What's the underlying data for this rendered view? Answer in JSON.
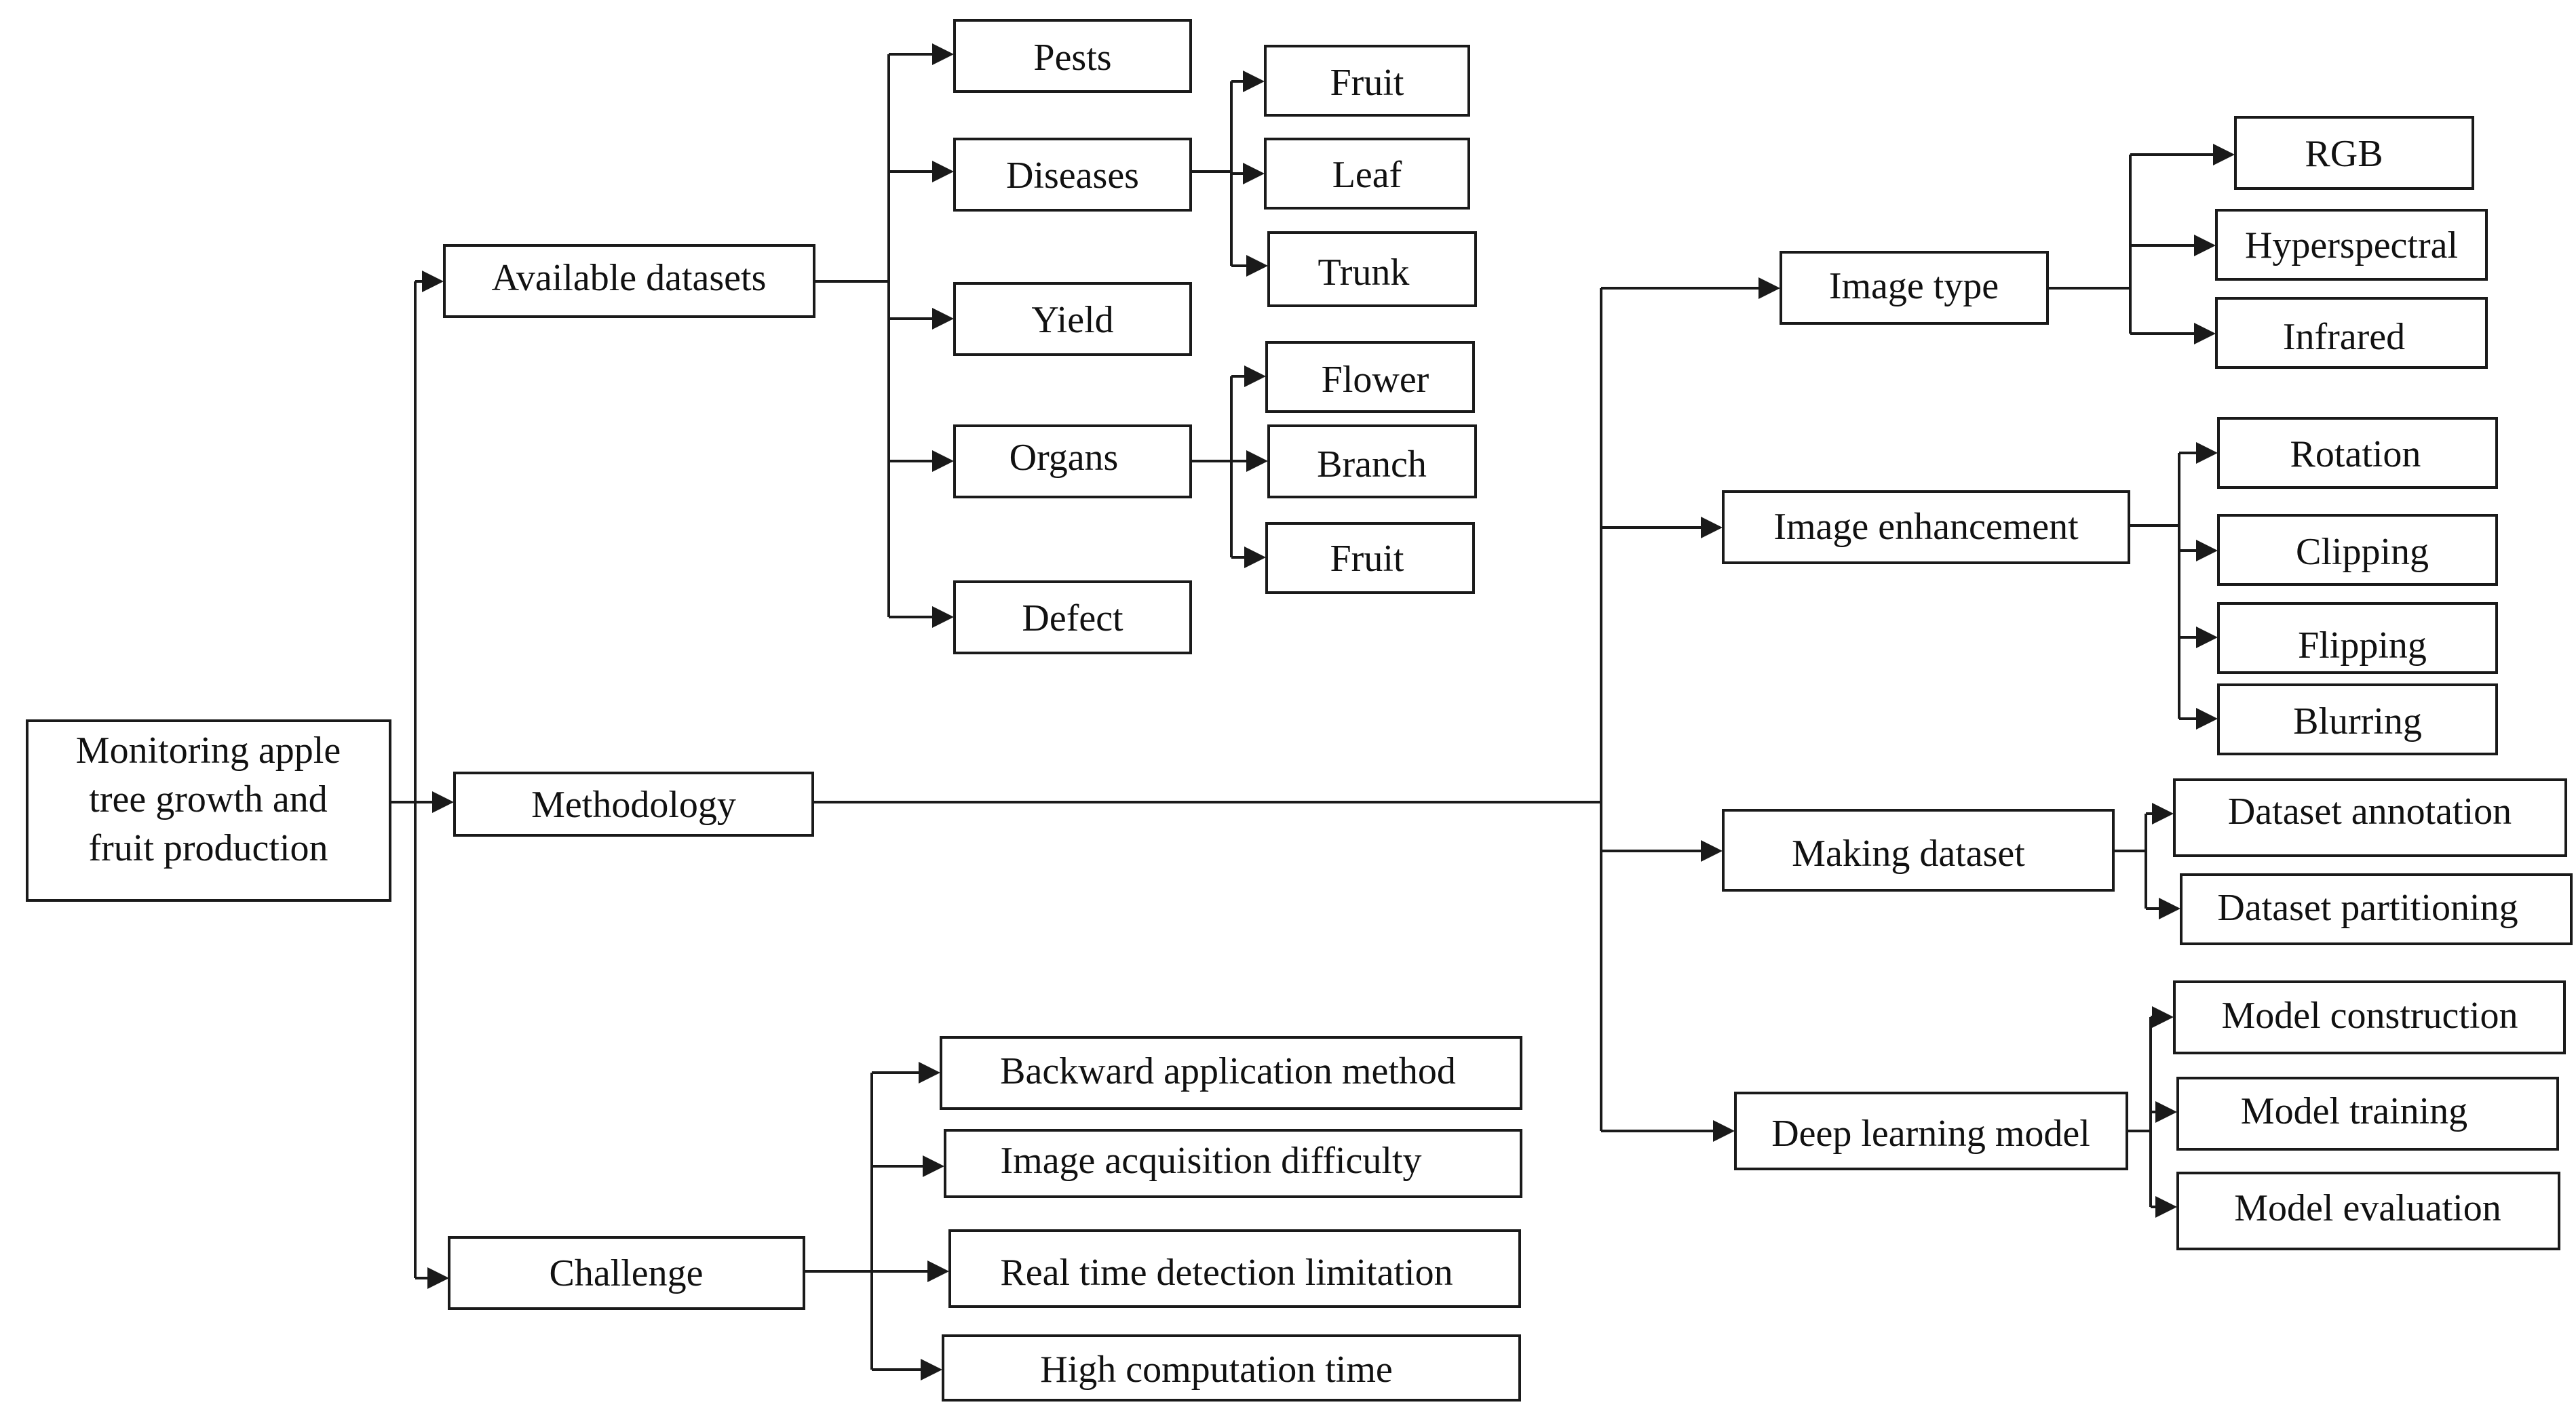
{
  "root": {
    "lines": [
      "Monitoring apple",
      "tree growth and",
      "fruit production"
    ]
  },
  "available_datasets": {
    "label": "Available datasets",
    "pests": "Pests",
    "diseases": {
      "label": "Diseases",
      "fruit": "Fruit",
      "leaf": "Leaf",
      "trunk": "Trunk"
    },
    "yield": "Yield",
    "organs": {
      "label": "Organs",
      "flower": "Flower",
      "branch": "Branch",
      "fruit": "Fruit"
    },
    "defect": "Defect"
  },
  "methodology": {
    "label": "Methodology",
    "image_type": {
      "label": "Image  type",
      "rgb": "RGB",
      "hyperspectral": "Hyperspectral",
      "infrared": "Infrared"
    },
    "image_enhancement": {
      "label": "Image  enhancement",
      "rotation": "Rotation",
      "clipping": "Clipping",
      "flipping": "Flipping",
      "blurring": "Blurring"
    },
    "making_dataset": {
      "label": "Making  dataset",
      "annotation": "Dataset annotation",
      "partitioning": "Dataset partitioning"
    },
    "deep_learning_model": {
      "label": "Deep learning model",
      "construction": "Model construction",
      "training": "Model training",
      "evaluation": "Model evaluation"
    }
  },
  "challenge": {
    "label": "Challenge",
    "backward": "Backward application method",
    "acquisition": "Image acquisition difficulty",
    "real_time": "Real time detection limitation",
    "computation": "High computation time"
  }
}
